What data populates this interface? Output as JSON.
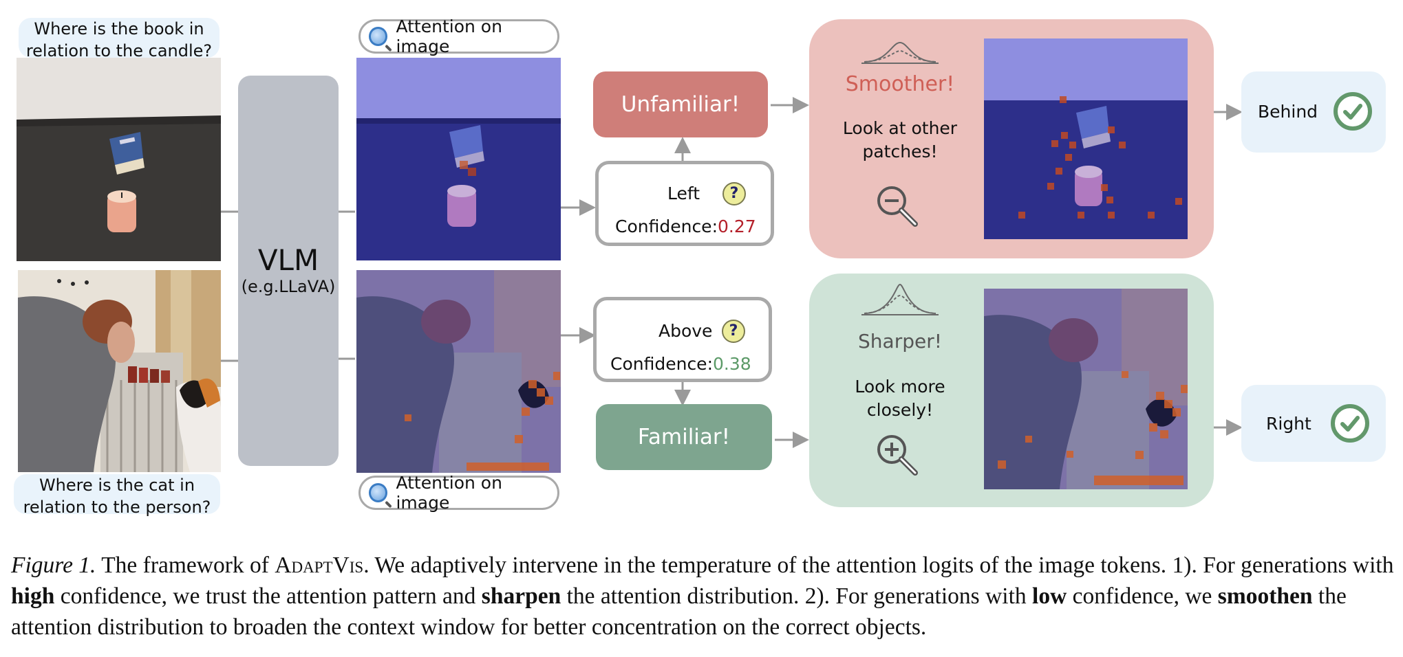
{
  "questions": {
    "q1": "Where is the book in relation to the candle?",
    "q2": "Where is the cat in relation to the person?"
  },
  "vlm": {
    "title": "VLM",
    "subtitle": "(e.g.LLaVA)"
  },
  "attention_label": "Attention on image",
  "top_branch": {
    "answer": "Left",
    "confidence_prefix": "Confidence:",
    "confidence_value": "0.27",
    "status": "Unfamiliar!",
    "mode": "Smoother!",
    "instruction": "Look at other patches!",
    "result": "Behind"
  },
  "bottom_branch": {
    "answer": "Above",
    "confidence_prefix": "Confidence:",
    "confidence_value": "0.38",
    "status": "Familiar!",
    "mode": "Sharper!",
    "instruction": "Look more closely!",
    "result": "Right"
  },
  "icons": {
    "magnifier": "magnifier-icon",
    "question": "question-mark-icon",
    "zoom_out": "zoom-out-icon",
    "zoom_in": "zoom-in-icon",
    "check": "check-circle-icon",
    "flat_curve": "flat-distribution-icon",
    "peaked_curve": "peaked-distribution-icon"
  },
  "colors": {
    "unfamiliar": "#cf7e79",
    "familiar": "#7ea58f",
    "smoother_panel": "#ecc1bd",
    "sharper_panel": "#cfe3d7",
    "smoother_text": "#cf5f56",
    "low_conf": "#b4202a",
    "high_conf": "#5c9a68",
    "vlm": "#bcc0c8"
  },
  "caption": {
    "label": "Figure 1.",
    "t1": "The framework of",
    "name": "AdaptVis",
    "t2": ". We adaptively intervene in the temperature of the attention logits of the image tokens. 1). For generations with",
    "b1": "high",
    "t3": "confidence, we trust the attention pattern and",
    "b2": "sharpen",
    "t4": "the attention distribution. 2). For generations with",
    "b3": "low",
    "t5": "confidence, we",
    "b4": "smoothen",
    "t6": "the attention distribution to broaden the context window for better concentration on the correct objects."
  }
}
